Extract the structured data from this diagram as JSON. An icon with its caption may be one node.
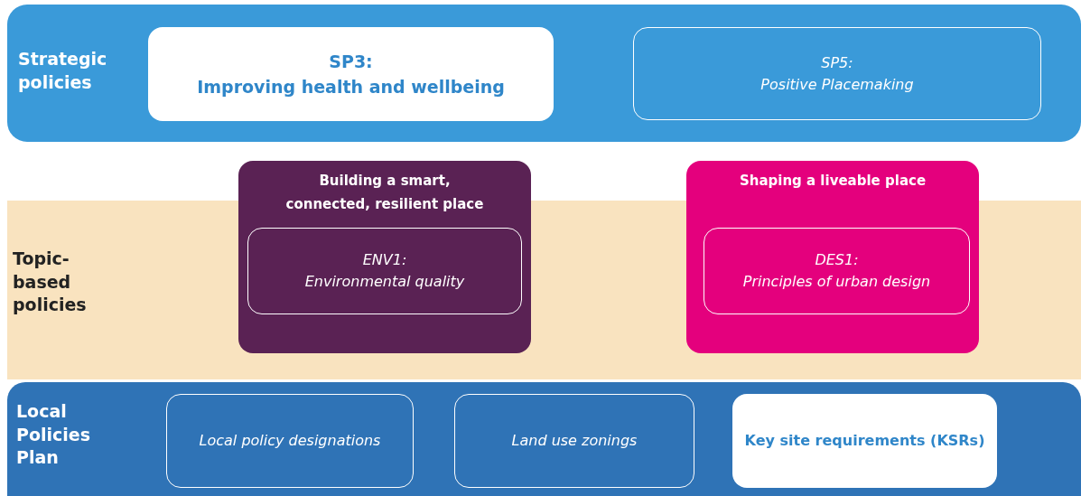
{
  "diagram": {
    "nodes": [
      {
        "text": [
          "Strategic policies"
        ]
      },
      {
        "text": [
          "SP3:",
          "Improving health and wellbeing"
        ],
        "in": 0
      },
      {
        "text": [
          "SP5:",
          "Positive Placemaking"
        ],
        "in": 0
      },
      {
        "text": [
          "Topic-based policies"
        ]
      },
      {
        "text": [
          "Building a smart, connected, resilient place"
        ]
      },
      {
        "text": [
          "ENV1:",
          "Environmental quality"
        ]
      },
      {
        "text": [
          "Shaping a liveable place"
        ]
      },
      {
        "text": [
          "DES1:",
          "Principles of urban design"
        ]
      },
      {
        "text": [
          "Local Policies Plan"
        ]
      },
      {
        "text": [
          "Local policy designations"
        ],
        "in": 8
      },
      {
        "text": [
          "Land use zonings"
        ],
        "in": 8
      },
      {
        "text": [
          "Key site requirements (KSRs)"
        ],
        "in": 8
      }
    ]
  }
}
